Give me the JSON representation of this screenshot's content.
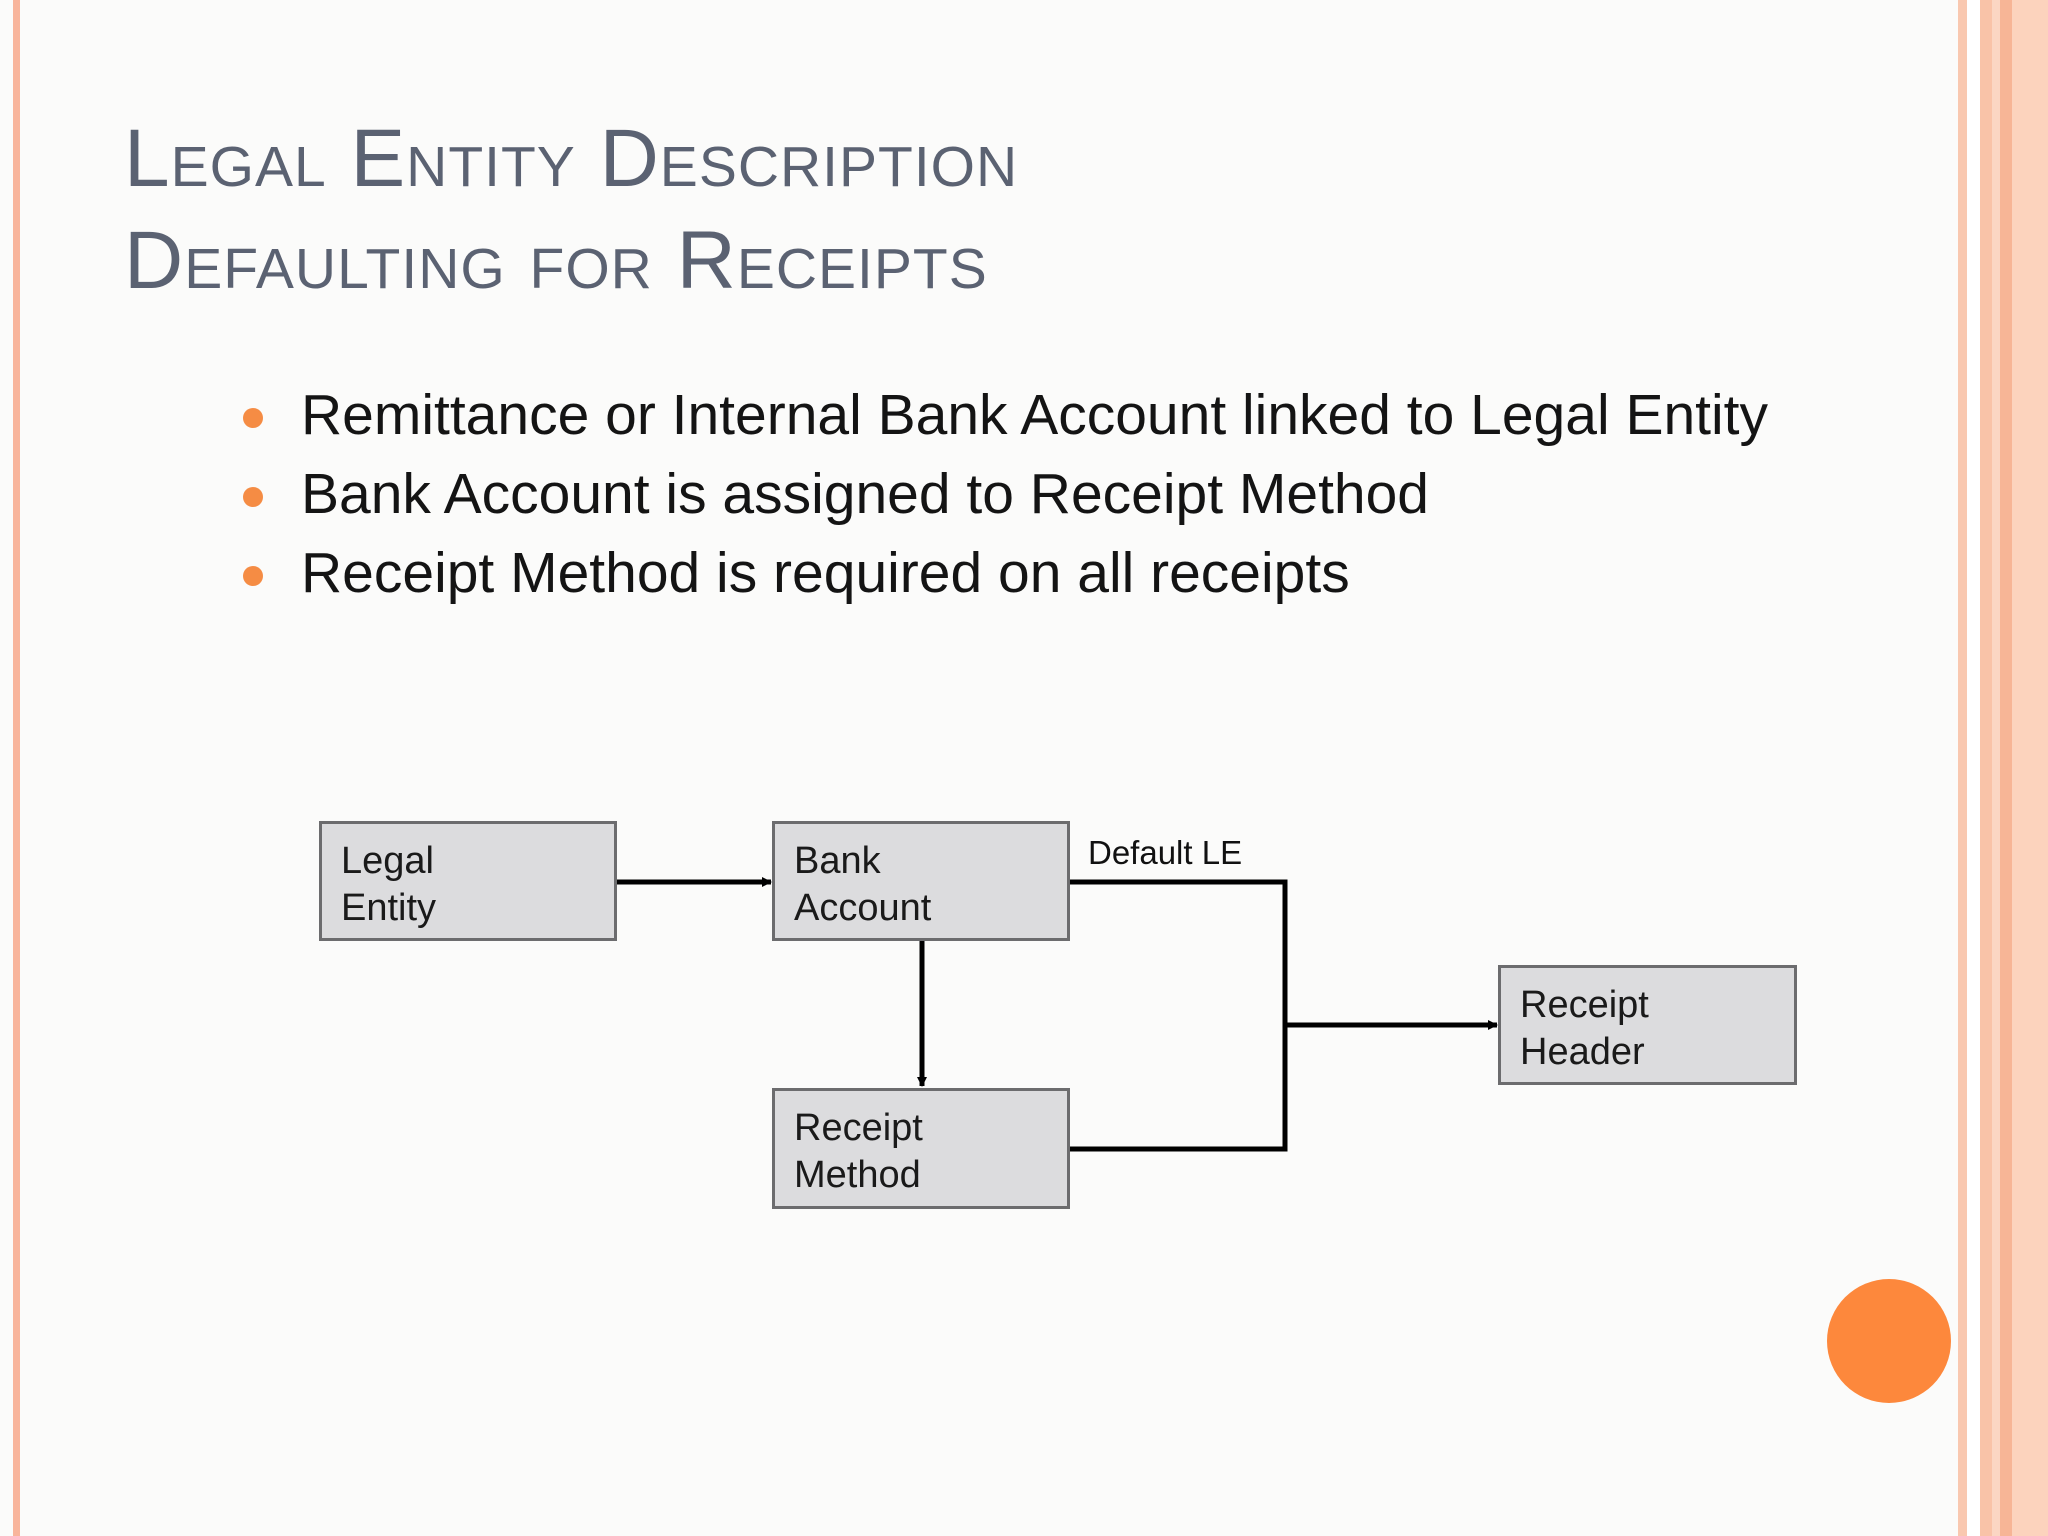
{
  "title": {
    "line1": "Legal Entity Description",
    "line2": "Defaulting for Receipts"
  },
  "bullets": [
    "Remittance or Internal Bank Account linked to Legal Entity",
    "Bank Account is assigned to Receipt Method",
    "Receipt Method is required on all receipts"
  ],
  "diagram": {
    "nodes": {
      "legal_entity": {
        "line1": "Legal",
        "line2": "Entity"
      },
      "bank_account": {
        "line1": "Bank",
        "line2": "Account"
      },
      "receipt_method": {
        "line1": "Receipt",
        "line2": "Method"
      },
      "receipt_header": {
        "line1": "Receipt",
        "line2": "Header"
      }
    },
    "edge_label": "Default LE",
    "edges": [
      {
        "from": "legal_entity",
        "to": "bank_account"
      },
      {
        "from": "bank_account",
        "to": "receipt_method"
      },
      {
        "from": "bank_account",
        "to": "receipt_header",
        "label": "Default LE"
      },
      {
        "from": "receipt_method",
        "to": "receipt_header"
      }
    ]
  },
  "colors": {
    "accent": "#f58c44",
    "title": "#5b6272",
    "box_fill": "#dcdcde",
    "box_border": "#6c6c6e"
  }
}
